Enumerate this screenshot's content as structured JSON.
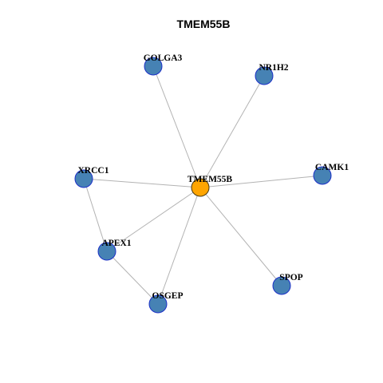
{
  "title": "TMEM55B",
  "colors": {
    "center_fill": "#ffa500",
    "center_stroke": "#4a3a10",
    "node_fill": "#4682b4",
    "node_stroke": "#1c30c8",
    "edge": "#b3b3b3"
  },
  "nodes": [
    {
      "id": "TMEM55B",
      "label": "TMEM55B",
      "center": true
    },
    {
      "id": "GOLGA3",
      "label": "GOLGA3"
    },
    {
      "id": "NR1H2",
      "label": "NR1H2"
    },
    {
      "id": "XRCC1",
      "label": "XRCC1"
    },
    {
      "id": "CAMK1",
      "label": "CAMK1"
    },
    {
      "id": "APEX1",
      "label": "APEX1"
    },
    {
      "id": "SPOP",
      "label": "SPOP"
    },
    {
      "id": "OSGEP",
      "label": "OSGEP"
    }
  ],
  "edges": [
    [
      "TMEM55B",
      "GOLGA3"
    ],
    [
      "TMEM55B",
      "NR1H2"
    ],
    [
      "TMEM55B",
      "XRCC1"
    ],
    [
      "TMEM55B",
      "CAMK1"
    ],
    [
      "TMEM55B",
      "APEX1"
    ],
    [
      "TMEM55B",
      "SPOP"
    ],
    [
      "TMEM55B",
      "OSGEP"
    ],
    [
      "XRCC1",
      "APEX1"
    ],
    [
      "APEX1",
      "OSGEP"
    ]
  ]
}
